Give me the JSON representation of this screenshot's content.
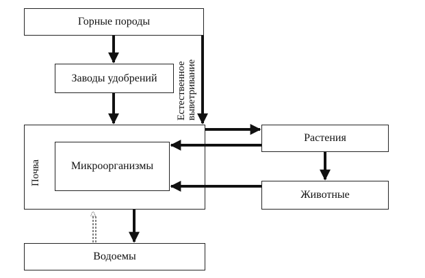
{
  "diagram": {
    "boxes": {
      "rocks": "Горные породы",
      "fertilizer_plants": "Заводы удобрений",
      "soil": "Почва",
      "microorganisms": "Микроорганизмы",
      "plants": "Растения",
      "animals": "Животные",
      "water_bodies": "Водоемы"
    },
    "weathering_label": [
      "Естественное",
      "выветривание"
    ]
  }
}
